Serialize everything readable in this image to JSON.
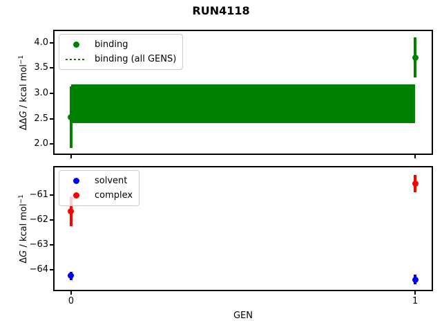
{
  "figure": {
    "title": "RUN4118",
    "background": "#ffffff"
  },
  "chart_data": [
    {
      "type": "scatter",
      "subplot": "binding-free-energy",
      "ylabel": {
        "delta": "ΔΔ",
        "var": "G",
        "rest": " / kcal mol",
        "sup": "−1"
      },
      "xlabel": "",
      "xlim": [
        -0.048,
        1.048
      ],
      "ylim": [
        1.81,
        4.23
      ],
      "grid": false,
      "yticks": [
        4.0,
        3.5,
        3.0,
        2.5,
        2.0
      ],
      "ytick_labels": [
        "4.0",
        "3.5",
        "3.0",
        "2.5",
        "2.0"
      ],
      "xticks": [
        0,
        1
      ],
      "xtick_labels": [
        "",
        ""
      ],
      "series": [
        {
          "name": "binding",
          "color": "#008000",
          "marker": "circle",
          "x": [
            0,
            1
          ],
          "y": [
            2.53,
            3.71
          ],
          "yerr": [
            0.61,
            0.4
          ]
        }
      ],
      "band": {
        "name": "binding (all GENS)",
        "color": "#008000",
        "linestyle": "dotted",
        "x": [
          0,
          1
        ],
        "ycenter": 2.8,
        "ylow": 2.41,
        "yhigh": 3.18
      },
      "legend": {
        "position": "upper-left",
        "entries": [
          {
            "label": "binding",
            "marker": "dot",
            "color": "#008000"
          },
          {
            "label": "binding (all GENS)",
            "marker": "dotted-line",
            "color": "#008000"
          }
        ]
      }
    },
    {
      "type": "scatter",
      "subplot": "absolute-free-energy",
      "ylabel": {
        "delta": "Δ",
        "var": "G",
        "rest": " / kcal mol",
        "sup": "−1"
      },
      "xlabel": "GEN",
      "xlim": [
        -0.048,
        1.048
      ],
      "ylim": [
        -64.81,
        -59.89
      ],
      "grid": false,
      "yticks": [
        -61,
        -62,
        -63,
        -64
      ],
      "ytick_labels": [
        "−61",
        "−62",
        "−63",
        "−64"
      ],
      "xticks": [
        0,
        1
      ],
      "xtick_labels": [
        "0",
        "1"
      ],
      "series": [
        {
          "name": "solvent",
          "color": "#0000ff",
          "marker": "circle",
          "x": [
            0,
            1
          ],
          "y": [
            -64.25,
            -64.4
          ],
          "yerr": [
            0.17,
            0.2
          ]
        },
        {
          "name": "complex",
          "color": "#ff0000",
          "marker": "circle",
          "x": [
            0,
            1
          ],
          "y": [
            -61.65,
            -60.55
          ],
          "yerr": [
            0.6,
            0.35
          ]
        }
      ],
      "legend": {
        "position": "upper-left",
        "entries": [
          {
            "label": "solvent",
            "marker": "dot",
            "color": "#0000ff"
          },
          {
            "label": "complex",
            "marker": "dot",
            "color": "#ff0000"
          }
        ]
      }
    }
  ]
}
